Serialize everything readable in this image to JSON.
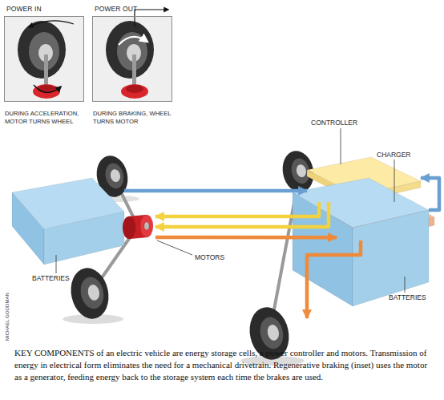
{
  "diagram": {
    "caption": "KEY COMPONENTS of an electric vehicle are energy storage cells, a power controller and motors. Transmission of energy in electrical form eliminates the need for a mechanical drivetrain. Regenerative braking (inset) uses the motor as a generator, feeding energy back to the storage system each time the brakes are used.",
    "nodes": [
      {
        "text": [
          "POWER IN",
          "DURING ACCELERATION, MOTOR TURNS WHEEL"
        ]
      },
      {
        "text": [
          "POWER OUT",
          "DURING BRAKING, WHEEL TURNS MOTOR"
        ]
      },
      {
        "text": [
          "CONTROLLER"
        ]
      },
      {
        "text": [
          "CHARGER"
        ]
      },
      {
        "text": [
          "BATTERIES"
        ]
      },
      {
        "text": [
          "MOTORS"
        ]
      },
      {
        "text": [
          "BATTERIES"
        ]
      }
    ],
    "edges": [
      {
        "from": 4,
        "to": 2,
        "arrow": "to"
      },
      {
        "from": 6,
        "to": 2,
        "arrow": "to"
      },
      {
        "from": 2,
        "to": 5,
        "arrow": "to"
      },
      {
        "from": 2,
        "to": 5,
        "arrow": "to"
      },
      {
        "from": 5,
        "to": 3,
        "arrow": "to"
      },
      {
        "from": 3,
        "to": 6,
        "arrow": "to"
      }
    ],
    "labels": [
      "MICHAEL GOODMAN"
    ]
  }
}
